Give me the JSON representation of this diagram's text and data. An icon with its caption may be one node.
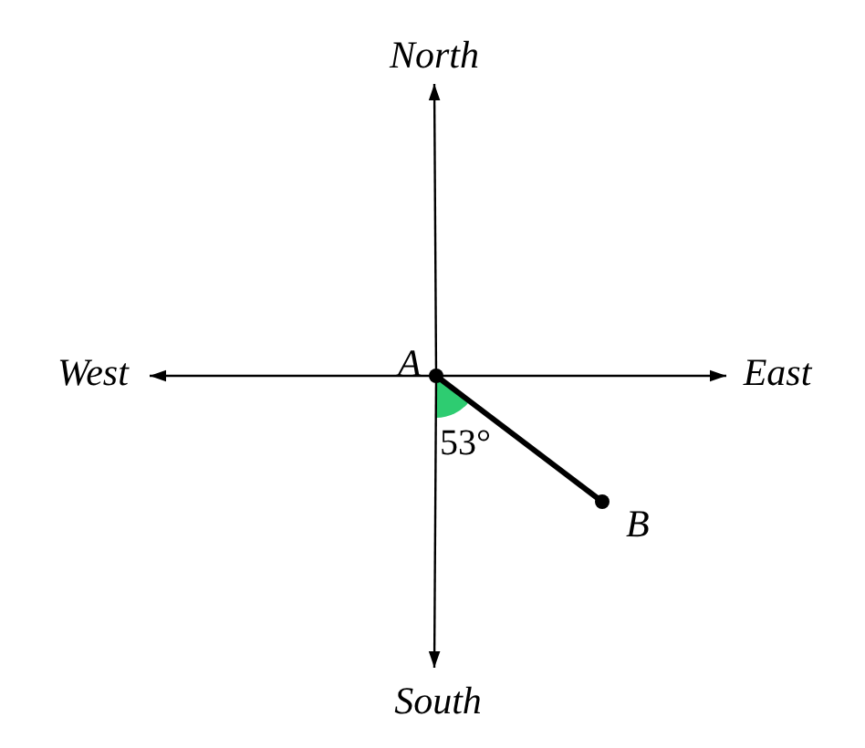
{
  "diagram": {
    "nodes": [
      {
        "text": [
          "North"
        ]
      },
      {
        "text": [
          "West"
        ]
      },
      {
        "text": [
          "A"
        ]
      },
      {
        "text": [
          "East"
        ]
      },
      {
        "text": [
          "B"
        ]
      },
      {
        "text": [
          "South"
        ]
      }
    ],
    "edges": [
      {
        "from": 2,
        "to": 0,
        "arrow": "to"
      },
      {
        "from": 2,
        "to": 1,
        "arrow": "to"
      },
      {
        "from": 2,
        "to": 3,
        "arrow": "to"
      },
      {
        "from": 2,
        "to": 5,
        "arrow": "to"
      },
      {
        "from": 2,
        "to": 4,
        "arrow": "none",
        "style": "thick"
      }
    ],
    "labels": [
      "53°"
    ]
  }
}
